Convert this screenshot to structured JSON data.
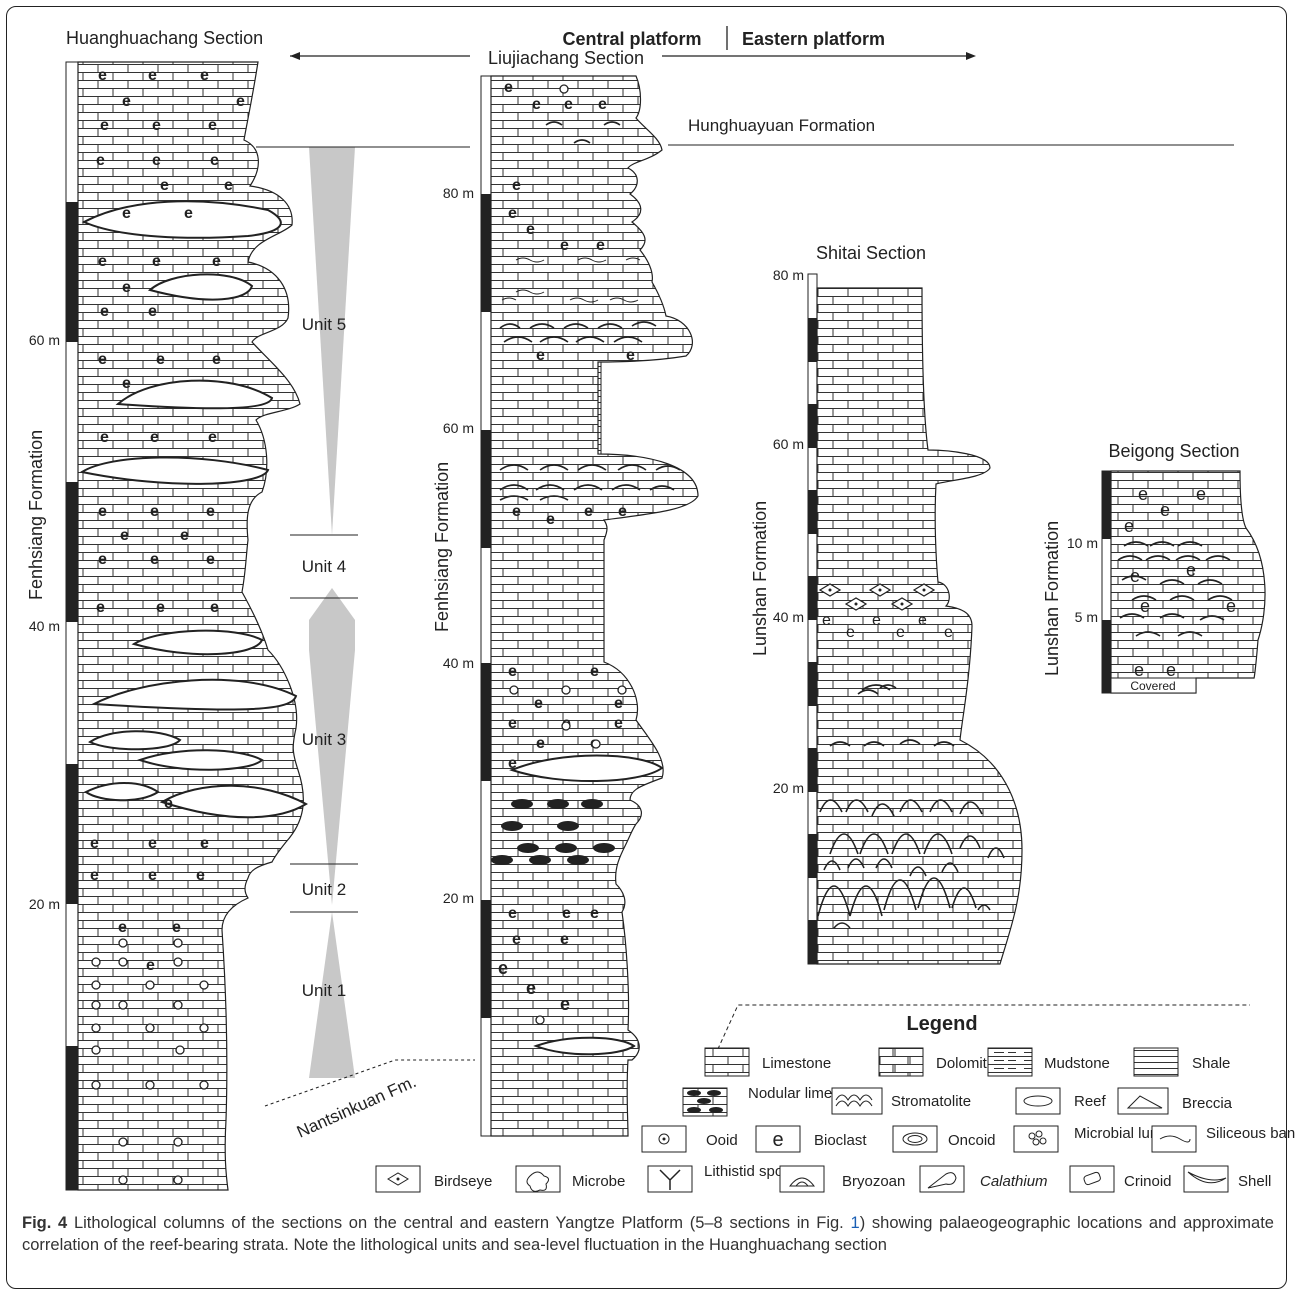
{
  "header": {
    "central": "Central platform",
    "eastern": "Eastern platform"
  },
  "sections": {
    "huanghuachang": {
      "title": "Huanghuachang Section",
      "formation": "Fenhsiang Formation",
      "ticks": [
        "60 m",
        "40 m",
        "20 m"
      ],
      "units": [
        "Unit 5",
        "Unit 4",
        "Unit 3",
        "Unit 2",
        "Unit 1"
      ],
      "base_label": "Nantsinkuan Fm."
    },
    "liujiachang": {
      "title": "Liujiachang Section",
      "formation": "Fenhsiang Formation",
      "top_formation": "Hunghuayuan Formation",
      "ticks": [
        "80 m",
        "60 m",
        "40 m",
        "20 m"
      ]
    },
    "shitai": {
      "title": "Shitai Section",
      "formation": "Lunshan Formation",
      "ticks": [
        "80 m",
        "60 m",
        "40 m",
        "20 m"
      ]
    },
    "beigong": {
      "title": "Beigong Section",
      "formation": "Lunshan Formation",
      "ticks": [
        "10 m",
        "5 m"
      ],
      "covered": "Covered"
    }
  },
  "legend": {
    "title": "Legend",
    "items": [
      {
        "label": "Limestone"
      },
      {
        "label": "Dolomite"
      },
      {
        "label": "Mudstone"
      },
      {
        "label": "Shale"
      },
      {
        "label": "Nodular limestone"
      },
      {
        "label": "Stromatolite"
      },
      {
        "label": "Reef"
      },
      {
        "label": "Breccia"
      },
      {
        "label": "Ooid"
      },
      {
        "label": "Bioclast"
      },
      {
        "label": "Oncoid"
      },
      {
        "label": "Microbial lump"
      },
      {
        "label": "Siliceous band"
      },
      {
        "label": "Birdseye"
      },
      {
        "label": "Microbe"
      },
      {
        "label": "Lithistid sponge"
      },
      {
        "label": "Bryozoan"
      },
      {
        "label": "Calathium"
      },
      {
        "label": "Crinoid"
      },
      {
        "label": "Shell"
      }
    ]
  },
  "caption": {
    "label": "Fig. 4",
    "text_before_link": " Lithological columns of the sections on the central and eastern Yangtze Platform (5–8 sections in Fig. ",
    "link": "1",
    "text_after_link": ") showing palaeogeographic locations and approximate correlation of the reef-bearing strata. Note the lithological units and sea-level fluctuation in the Huanghuachang section"
  }
}
